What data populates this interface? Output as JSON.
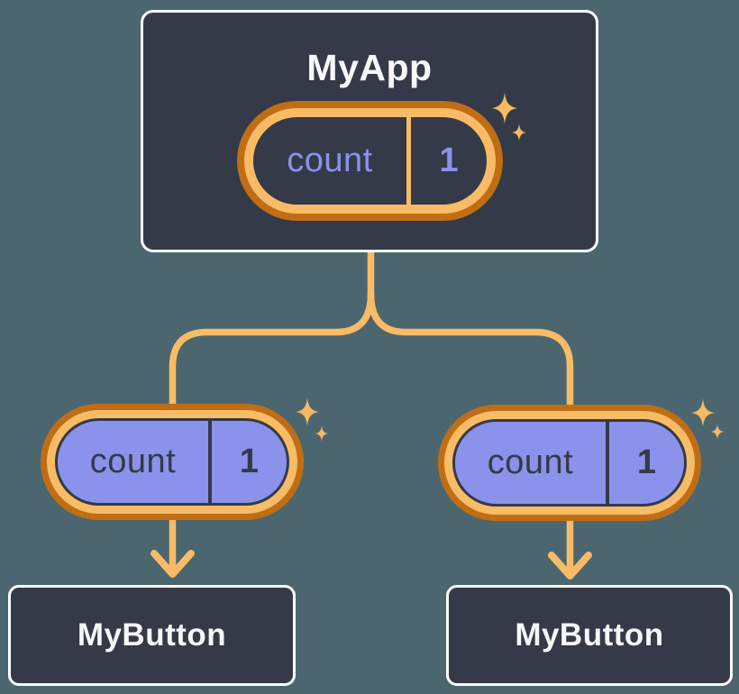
{
  "diagram": {
    "description": "React state sharing tree: parent component holds count state passed to two child buttons",
    "background_color": "#4c6670",
    "colors": {
      "node_background": "#343a47",
      "node_border": "#ffffff",
      "node_text": "#f6f7f9",
      "state_purple": "#8a92ec",
      "accent_orange_light": "#f8bc66",
      "accent_orange_dark": "#c06e15",
      "dark_text": "#343a47"
    },
    "root": {
      "label": "MyApp",
      "state": {
        "key": "count",
        "value": "1"
      }
    },
    "children": [
      {
        "label": "MyButton",
        "state": {
          "key": "count",
          "value": "1"
        }
      },
      {
        "label": "MyButton",
        "state": {
          "key": "count",
          "value": "1"
        }
      }
    ]
  }
}
